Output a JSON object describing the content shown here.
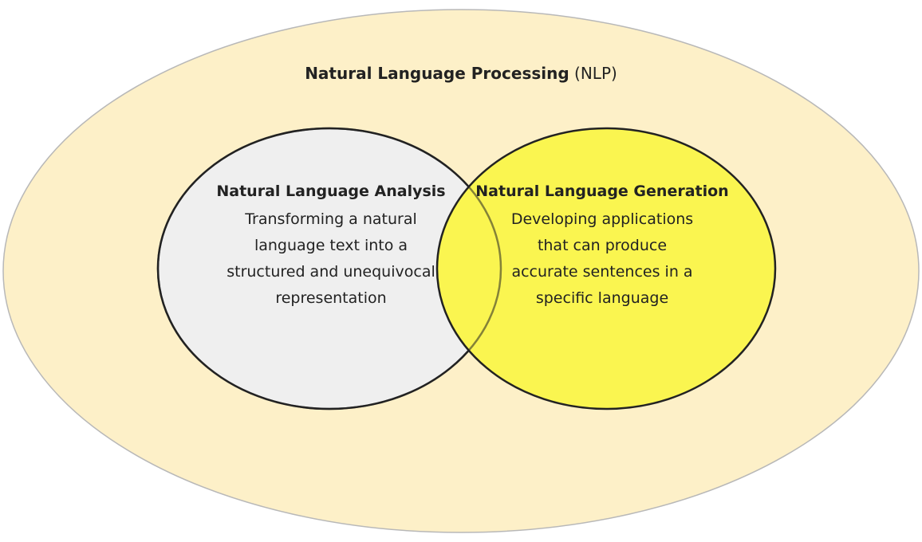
{
  "title": {
    "bold": "Natural Language Processing",
    "suffix": "(NLP)"
  },
  "analysis": {
    "title": "Natural Language Analysis",
    "description": "Transforming a natural language text into a structured and unequivocal representation"
  },
  "generation": {
    "title": "Natural Language Generation",
    "description": "Developing applications that can produce accurate sentences in a specific language"
  },
  "colors": {
    "outer_fill": "#fdf0c8",
    "outer_stroke": "#b8b8b8",
    "analysis_fill": "#efefef",
    "generation_fill": "#faf550",
    "circle_stroke": "#222222"
  }
}
